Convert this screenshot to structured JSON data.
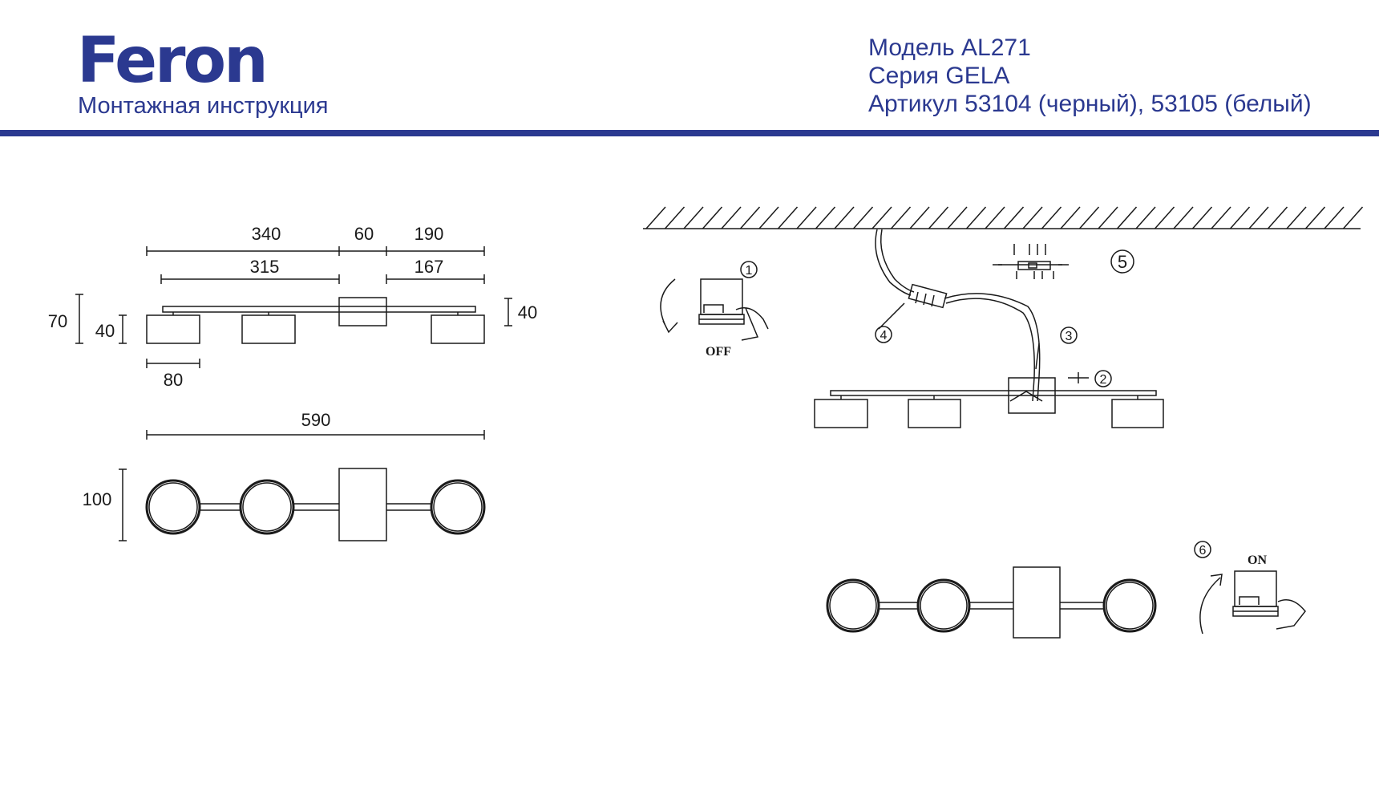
{
  "header": {
    "brand": "Feron",
    "subtitle": "Монтажная инструкция",
    "model": "Модель AL271",
    "series": "Серия GELA",
    "article": "Артикул 53104 (черный), 53105 (белый)"
  },
  "colors": {
    "brand": "#2b3990",
    "line": "#1a1a1a"
  },
  "dimensions": {
    "d340": "340",
    "d60": "60",
    "d190": "190",
    "d315": "315",
    "d167": "167",
    "d70": "70",
    "d40_left": "40",
    "d40_right": "40",
    "d80": "80",
    "d590": "590",
    "d100": "100"
  },
  "steps": {
    "s1": "1",
    "s2": "2",
    "s3": "3",
    "s4": "4",
    "s5": "5",
    "s6": "6",
    "off_label": "OFF",
    "on_label": "ON"
  }
}
